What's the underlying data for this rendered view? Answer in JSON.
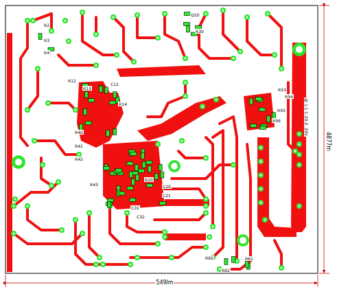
{
  "diagram": {
    "labels": [
      "549lm",
      "4877m",
      "@ 1:1 C-20.0 .20V",
      "R2",
      "R3",
      "R4",
      "R12",
      "R13",
      "C12",
      "R14",
      "Q10",
      "R30",
      "R53",
      "R54",
      "R55",
      "R56",
      "C31",
      "C32",
      "R40",
      "R41",
      "R42",
      "R43",
      "R60",
      "R61",
      "R62",
      "C20",
      "C21",
      "R20"
    ]
  }
}
